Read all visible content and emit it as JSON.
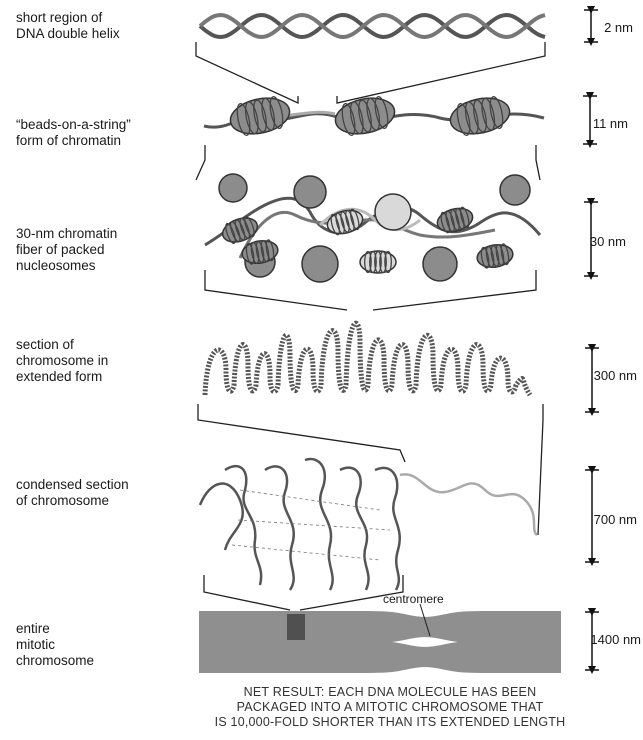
{
  "levels": [
    {
      "id": "dna",
      "label_lines": [
        "short region of",
        "DNA double helix"
      ],
      "scale": "2 nm"
    },
    {
      "id": "beads",
      "label_lines": [
        "“beads-on-a-string”",
        "form of chromatin"
      ],
      "scale": "11 nm"
    },
    {
      "id": "fiber",
      "label_lines": [
        "30-nm chromatin",
        "fiber of packed",
        "nucleosomes"
      ],
      "scale": "30 nm"
    },
    {
      "id": "extended",
      "label_lines": [
        "section of",
        "chromosome in",
        "extended form"
      ],
      "scale": "300 nm"
    },
    {
      "id": "condensed",
      "label_lines": [
        "condensed section",
        "of chromosome"
      ],
      "scale": "700 nm"
    },
    {
      "id": "mitotic",
      "label_lines": [
        "entire",
        "mitotic",
        "chromosome"
      ],
      "scale": "1400 nm"
    }
  ],
  "centromere_label": "centromere",
  "footer_lines": [
    "NET RESULT: EACH DNA MOLECULE HAS BEEN",
    "PACKAGED INTO A MITOTIC CHROMOSOME THAT",
    "IS 10,000-FOLD SHORTER THAN ITS EXTENDED LENGTH"
  ],
  "colors": {
    "strand": "#555555",
    "light_strand": "#aaaaaa",
    "histone": "#8c8c8c",
    "histone_light": "#d9d9d9",
    "chromosome": "#8f8f8f",
    "centromere_block": "#505050"
  }
}
